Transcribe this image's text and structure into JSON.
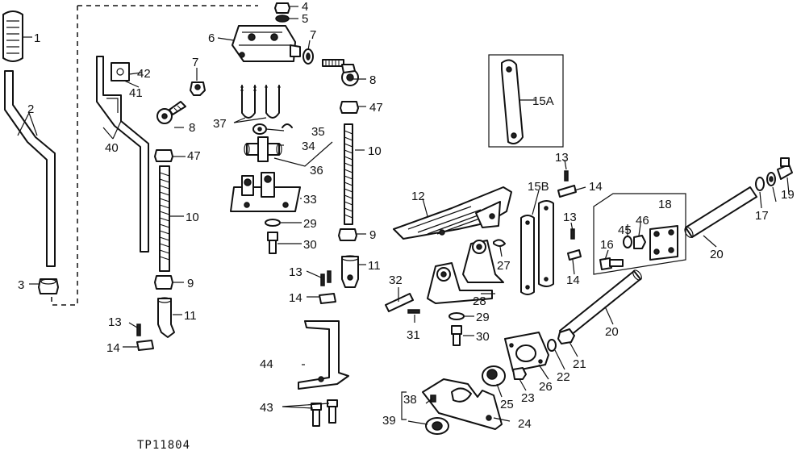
{
  "figure": {
    "reference": "TP11804",
    "callouts": [
      "1",
      "2",
      "3",
      "4",
      "5",
      "6",
      "7",
      "7",
      "8",
      "8",
      "9",
      "9",
      "10",
      "10",
      "11",
      "11",
      "12",
      "13",
      "13",
      "13",
      "13",
      "14",
      "14",
      "14",
      "14",
      "15A",
      "15B",
      "16",
      "17",
      "18",
      "19",
      "20",
      "20",
      "21",
      "22",
      "23",
      "24",
      "25",
      "26",
      "27",
      "28",
      "29",
      "29",
      "30",
      "30",
      "31",
      "32",
      "33",
      "34",
      "35",
      "36",
      "37",
      "38",
      "39",
      "40",
      "41",
      "42",
      "43",
      "44",
      "45",
      "46",
      "47",
      "47"
    ]
  }
}
